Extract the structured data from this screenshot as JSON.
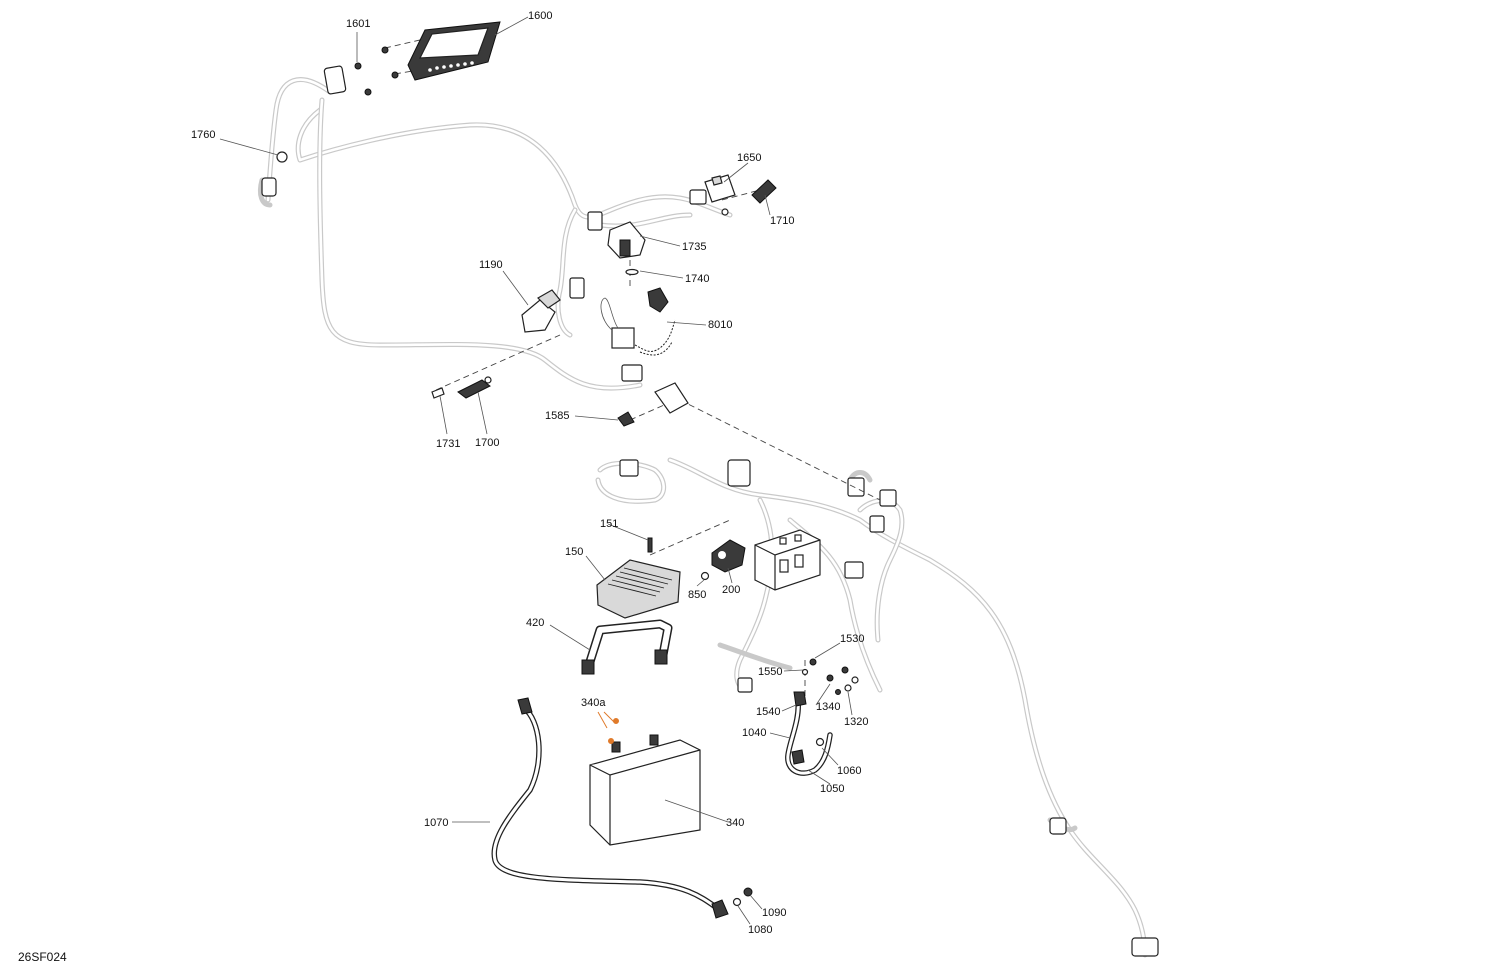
{
  "diagram": {
    "id_code": "26SF024",
    "callouts": {
      "c1601": "1601",
      "c1600": "1600",
      "c1760": "1760",
      "c1650": "1650",
      "c1710": "1710",
      "c1735": "1735",
      "c1740": "1740",
      "c1190": "1190",
      "c8010": "8010",
      "c1585": "1585",
      "c1731": "1731",
      "c1700": "1700",
      "c151": "151",
      "c150": "150",
      "c850": "850",
      "c200": "200",
      "c420": "420",
      "c1530": "1530",
      "c1550": "1550",
      "c1540": "1540",
      "c1340": "1340",
      "c1320": "1320",
      "c1040": "1040",
      "c1060": "1060",
      "c1050": "1050",
      "c340a": "340a",
      "c340": "340",
      "c1070": "1070",
      "c1090": "1090",
      "c1080": "1080"
    },
    "colors": {
      "harness": "#c9c9c9",
      "line": "#222222",
      "highlight": "#e07a2a"
    }
  }
}
